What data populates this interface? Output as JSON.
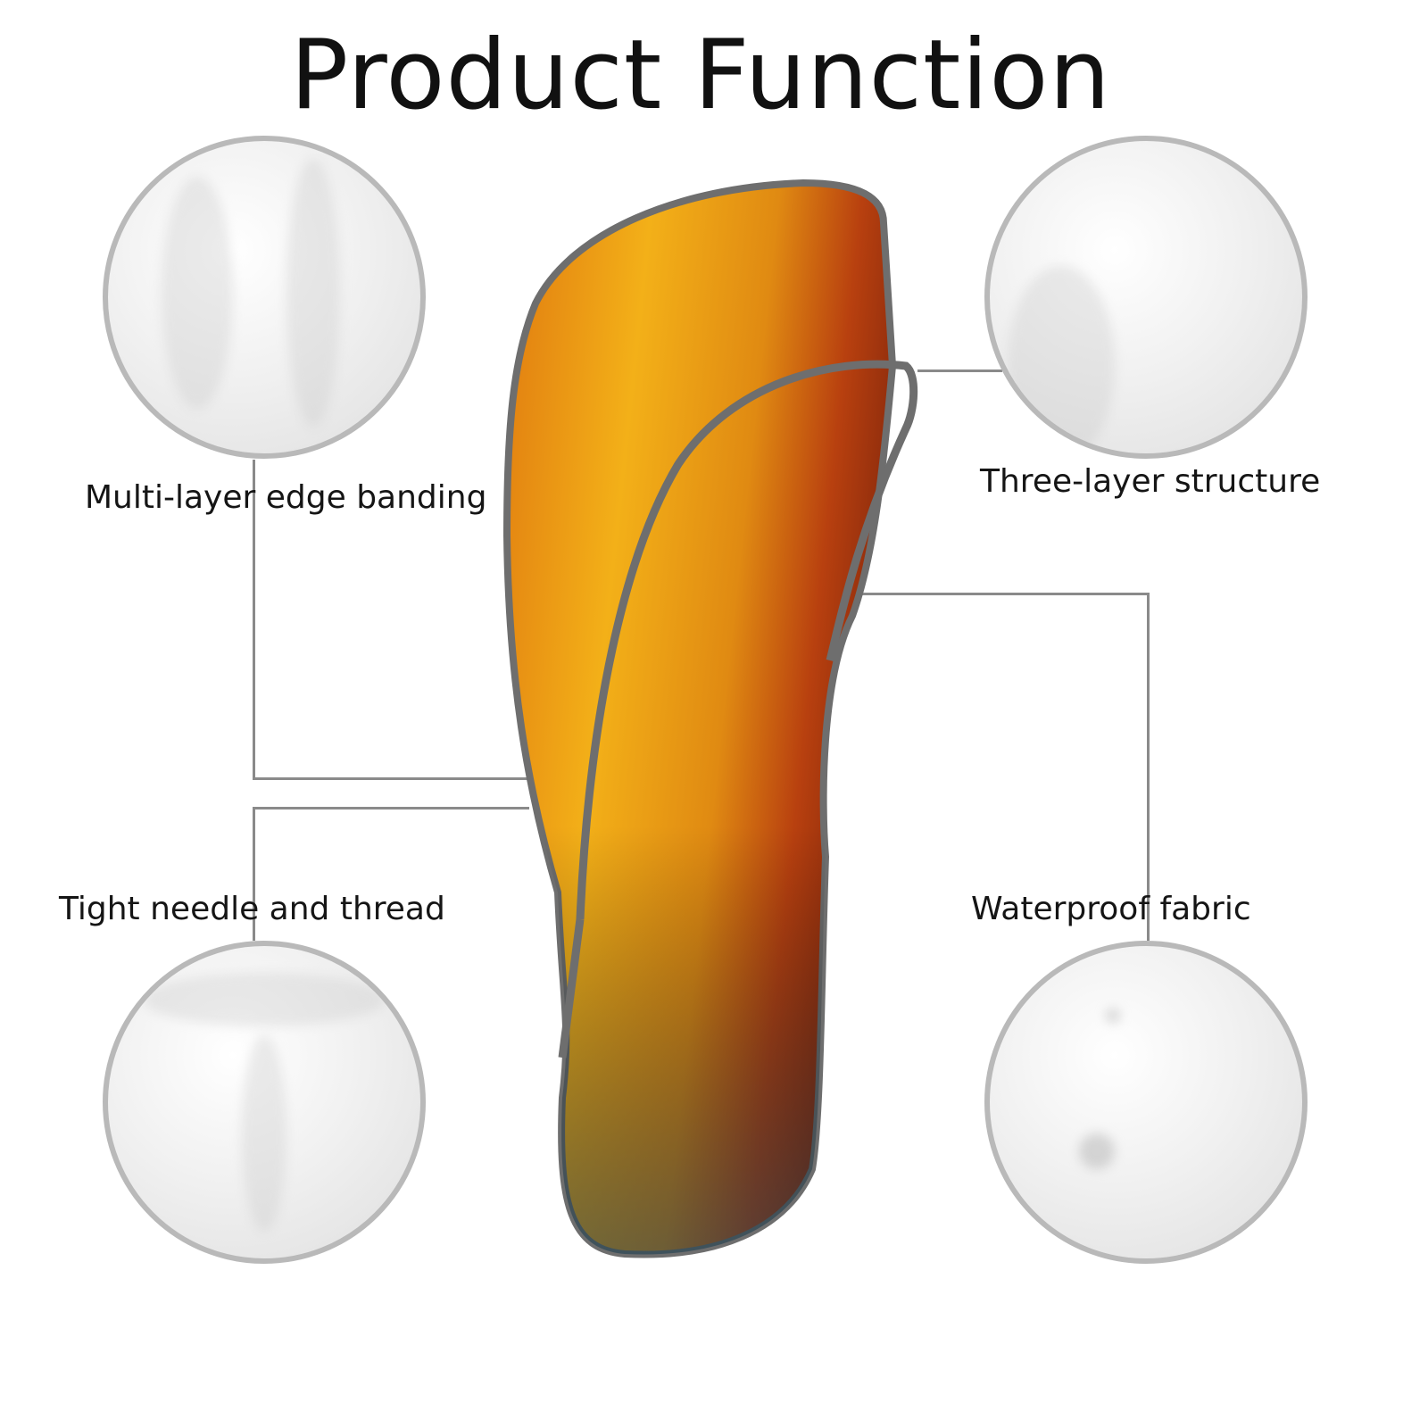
{
  "title": "Product Function",
  "features": [
    {
      "label": "Multi-layer edge banding"
    },
    {
      "label": "Three-layer structure"
    },
    {
      "label": "Tight needle and thread"
    },
    {
      "label": "Waterproof fabric"
    }
  ],
  "colors": {
    "border": "#b9b9b9",
    "trim": "#6e6e6e",
    "feather_orange": "#e88a10",
    "feather_red": "#b8400f",
    "feather_teal": "#1f3f4f"
  }
}
